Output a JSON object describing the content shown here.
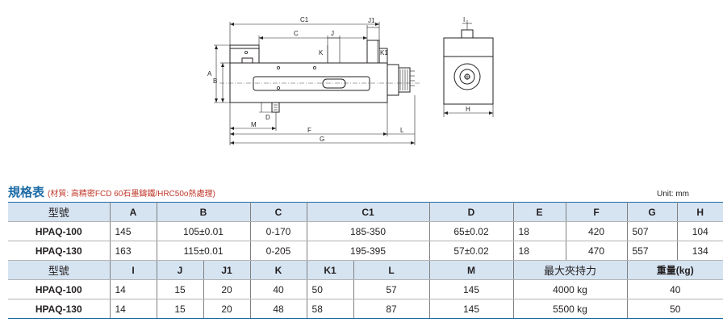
{
  "drawing": {
    "labels": {
      "c1": "C1",
      "c": "C",
      "j1": "J1",
      "j": "J",
      "k": "K",
      "k1": "K1",
      "a": "A",
      "b": "B",
      "d": "D",
      "m": "M",
      "f": "F",
      "l": "L",
      "g": "G",
      "h": "H",
      "i": "I"
    }
  },
  "title": {
    "main": "規格表",
    "sub": "(材質: 高精密FCD 60石墨鑄鐵/HRC50o熱處理)"
  },
  "unit": "Unit: mm",
  "table1": {
    "headers": [
      "型號",
      "A",
      "B",
      "C",
      "C1",
      "D",
      "E",
      "F",
      "G",
      "H"
    ],
    "rows": [
      [
        "HPAQ-100",
        "145",
        "105±0.01",
        "0-170",
        "185-350",
        "65±0.02",
        "18",
        "420",
        "507",
        "104"
      ],
      [
        "HPAQ-130",
        "163",
        "115±0.01",
        "0-205",
        "195-395",
        "57±0.02",
        "18",
        "470",
        "557",
        "134"
      ]
    ]
  },
  "table2": {
    "headers": [
      "型號",
      "I",
      "J",
      "J1",
      "K",
      "K1",
      "L",
      "M",
      "最大夾持力",
      "重量(kg)"
    ],
    "rows": [
      [
        "HPAQ-100",
        "14",
        "15",
        "20",
        "40",
        "50",
        "57",
        "145",
        "4000 kg",
        "40"
      ],
      [
        "HPAQ-130",
        "14",
        "15",
        "20",
        "48",
        "58",
        "87",
        "145",
        "5500 kg",
        "50"
      ]
    ]
  }
}
